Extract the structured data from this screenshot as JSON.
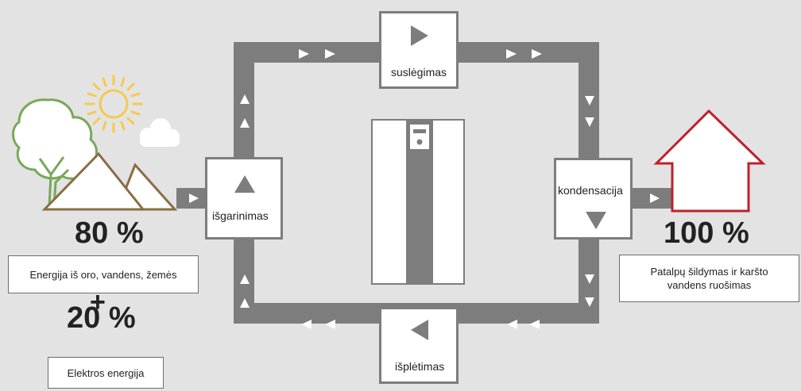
{
  "colors": {
    "background": "#e3e3e3",
    "pipe": "#7d7d7d",
    "tree": "#78a85a",
    "mountain": "#8a6d45",
    "sun": "#f6c94d",
    "house": "#c0202a",
    "arrow": "#ffffff"
  },
  "stages": {
    "compression": "suslėgimas",
    "condensation": "kondensacija",
    "expansion": "išplėtimas",
    "evaporation": "išgarinimas"
  },
  "left": {
    "percent": "80 %",
    "caption": "Energija iš oro, vandens, žemės",
    "plus": "+",
    "percent2": "20 %",
    "caption2": "Elektros energija"
  },
  "right": {
    "percent": "100 %",
    "caption": "Patalpų šildymas ir karšto vandens ruošimas"
  },
  "icons": {
    "tree": "tree-icon",
    "sun": "sun-icon",
    "cloud": "cloud-icon",
    "mountain": "mountain-icon",
    "house": "house-icon",
    "heat_pump": "heat-pump-unit"
  }
}
